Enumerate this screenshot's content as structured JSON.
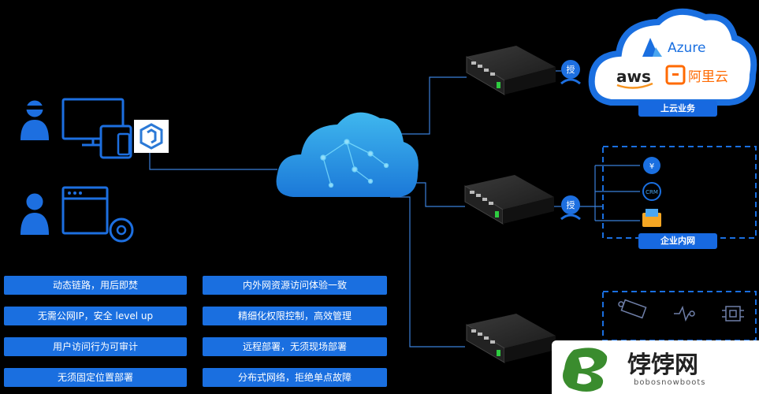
{
  "features": {
    "left": [
      "动态链路，用后即焚",
      "无需公网IP，安全 level up",
      "用户访问行为可审计",
      "无须固定位置部署"
    ],
    "right": [
      "内外网资源访问体验一致",
      "精细化权限控制，高效管理",
      "远程部署，无须现场部署",
      "分布式网络，拒绝单点故障"
    ]
  },
  "auth_badge": "授",
  "cloud_services": {
    "azure": "Azure",
    "aws": "aws",
    "aliyun": "阿里云",
    "label": "上云业务"
  },
  "enterprise": {
    "crm": "CRM",
    "label": "企业内网"
  },
  "watermark": {
    "brand": "饽饽网",
    "domain": "bobosnowboots"
  },
  "colors": {
    "accent": "#1a6fe0",
    "line": "#3b7fd9",
    "cloud_top": "#3fb7ee",
    "cloud_bottom": "#1b78d8"
  }
}
